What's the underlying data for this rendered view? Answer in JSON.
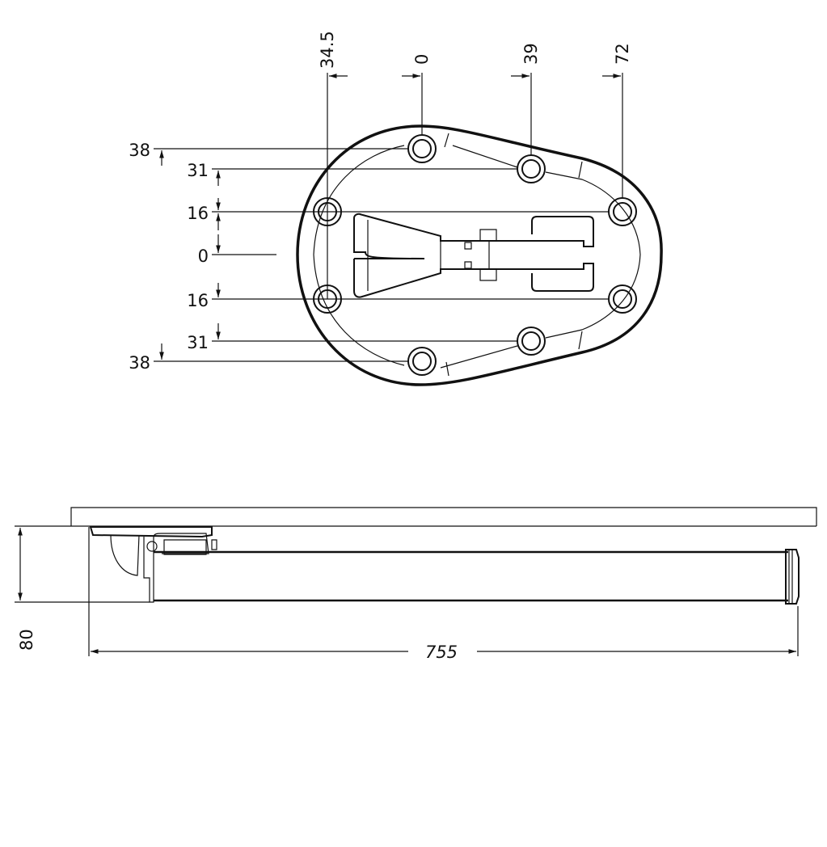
{
  "top_view": {
    "x_dims": [
      "34.5",
      "0",
      "39",
      "72"
    ],
    "y_dims": [
      "38",
      "31",
      "16",
      "0",
      "16",
      "31",
      "38"
    ]
  },
  "side_view": {
    "height_dim": "80",
    "length_dim": "755"
  }
}
